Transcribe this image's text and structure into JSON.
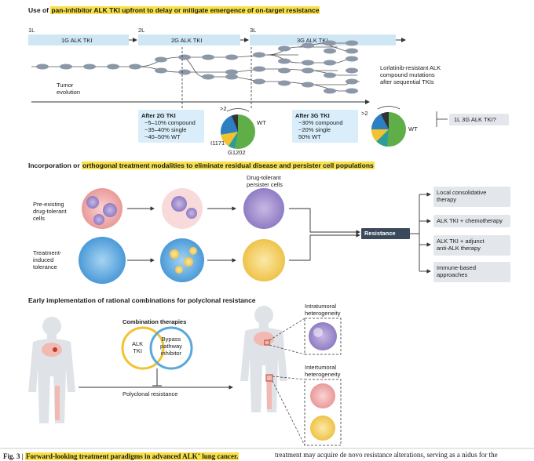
{
  "section1": {
    "title_pre": "Use of ",
    "title_hl": "pan-inhibitor ALK TKI upfront to delay or mitigate emergence of on-target resistance",
    "lines": [
      {
        "tag": "1L",
        "label": "1G ALK TKI"
      },
      {
        "tag": "2L",
        "label": "2G ALK TKI"
      },
      {
        "tag": "3L",
        "label": "3G ALK TKI"
      }
    ],
    "tumor_evolution": "Tumor\nevolution",
    "lorlatinib_note_1": "Lorlatinib-resistant ALK",
    "lorlatinib_note_2": "compound mutations",
    "lorlatinib_note_3": "after sequential TKIs",
    "after2g": {
      "title": "After 2G TKI",
      "items": [
        "~5–10% compound",
        "~35–40% single",
        "~40–50% WT"
      ]
    },
    "after3g": {
      "title": "After 3G TKI",
      "items": [
        "~30% compound",
        "~20% single",
        "50% WT"
      ]
    },
    "pie_labels": {
      "gt2": ">2",
      "wt": "WT",
      "i1171": "I1171",
      "g1202": "G1202",
      "gt2b": ">2",
      "wt2": "WT"
    },
    "q_box": "1L 3G ALK TKI?"
  },
  "section2": {
    "title_pre": "Incorporation or ",
    "title_hl": "orthogonal treatment modalities to eliminate residual disease and persister cell populations",
    "preexisting": "Pre-existing\ndrug-tolerant\ncells",
    "induced": "Treatment-\ninduced\ntolerance",
    "persister": "Drug-tolerant\npersister cells",
    "resistance": "Resistance",
    "options": [
      "Local consolidative\ntherapy",
      "ALK TKI + chemotherapy",
      "ALK TKI + adjunct\nanti-ALK therapy",
      "Immune-based\napproaches"
    ]
  },
  "section3": {
    "title": "Early implementation of rational combinations for polyclonal resistance",
    "combo_title": "Combination therapies",
    "circle_left": "ALK\nTKI",
    "circle_right": "Bypass\npathway\ninhibitor",
    "polyclonal": "Polyclonal resistance",
    "intratumoral": "Intratumoral\nheterogeneity",
    "intertumoral": "Intertumoral\nheterogeneity"
  },
  "caption": {
    "fig": "Fig. 3 | ",
    "title": "Forward-looking treatment paradigms in advanced ALK",
    "sup": "+",
    "title_end": " lung cancer.",
    "body": "treatment may acquire de novo resistance alterations, serving as a nidus for the"
  },
  "colors": {
    "band": "#cfe6f5",
    "highlight": "#f7e24a",
    "pie_green": "#5fae48",
    "pie_blue": "#2d7fc1",
    "pie_yellow": "#f2c230",
    "pie_teal": "#2e9c9a"
  }
}
